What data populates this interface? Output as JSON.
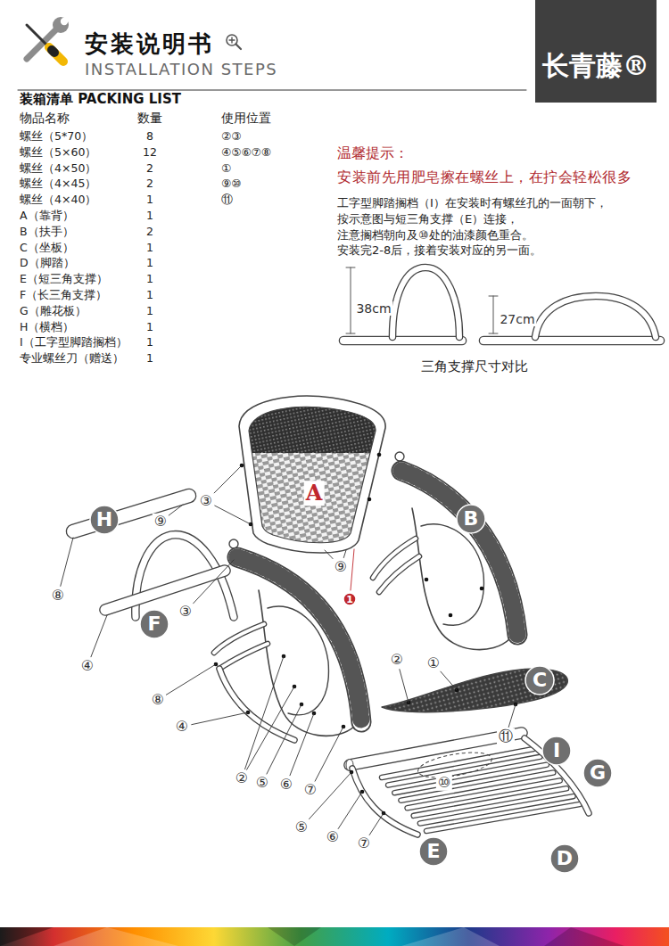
{
  "diagram": {
    "title": "安装说明书",
    "nodes": [
      {
        "text": [
          "长青藤®"
        ]
      },
      {
        "text": [
          "H"
        ]
      },
      {
        "text": [
          "B"
        ]
      },
      {
        "text": [
          "1"
        ]
      },
      {
        "text": [
          "F"
        ]
      },
      {
        "text": [
          "C"
        ]
      },
      {
        "text": [
          "I"
        ]
      },
      {
        "text": [
          "G"
        ]
      },
      {
        "text": [
          "E"
        ]
      },
      {
        "text": [
          "D"
        ]
      }
    ],
    "labels": [
      "INSTALLATION STEPS",
      "装箱清单 PACKING LIST",
      "物品名称",
      "数量",
      "使用位置",
      "螺丝（5*70）",
      "8",
      "②③",
      "螺丝（5×60）",
      "12",
      "④⑤⑥⑦⑧",
      "螺丝（4×50）",
      "2",
      "①",
      "螺丝（4×45）",
      "2",
      "⑨⑩",
      "螺丝（4×40）",
      "1",
      "⑪",
      "A（靠背）",
      "1",
      "B（扶手）",
      "2",
      "C（坐板）",
      "1",
      "D（脚踏）",
      "1",
      "E（短三角支撑）",
      "1",
      "F（长三角支撑）",
      "1",
      "G（雕花板）",
      "1",
      "H（横档）",
      "1",
      "I（工字型脚踏搁档）",
      "1",
      "专业螺丝刀（赠送）",
      "1",
      "温馨提示：",
      "安装前先用肥皂擦在螺丝上，在拧会轻松很多",
      "工字型脚踏搁档（I）在安装时有螺丝孔的一面朝下，",
      "按示意图与短三角支撑（E）连接，",
      "注意搁档朝向及⑩处的油漆颜色重合。",
      "安装完2-8后，接着安装对应的另一面。",
      "38cm",
      "27cm",
      "三角支撑尺寸对比",
      "A",
      "③",
      "⑨",
      "⑧",
      "③",
      "④",
      "⑨",
      "⑧",
      "④",
      "②",
      "⑤",
      "⑥",
      "⑦",
      "②",
      "①",
      "⑪",
      "⑩",
      "⑤",
      "⑥",
      "⑦"
    ]
  }
}
